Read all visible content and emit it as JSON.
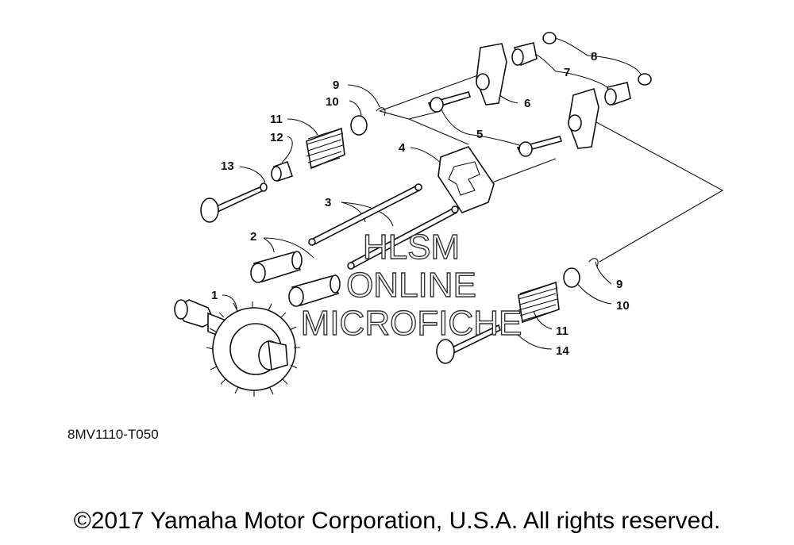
{
  "diagram": {
    "code": "8MV1110-T050",
    "copyright": "©2017 Yamaha Motor Corporation, U.S.A. All rights reserved.",
    "watermark": [
      "HLSM",
      "ONLINE",
      "MICROFICHE"
    ],
    "callouts": {
      "c1": "1",
      "c2": "2",
      "c3": "3",
      "c4": "4",
      "c5": "5",
      "c6": "6",
      "c7": "7",
      "c8": "8",
      "c9a": "9",
      "c10a": "10",
      "c11a": "11",
      "c12": "12",
      "c13": "13",
      "c9b": "9",
      "c10b": "10",
      "c11b": "11",
      "c14": "14"
    }
  }
}
